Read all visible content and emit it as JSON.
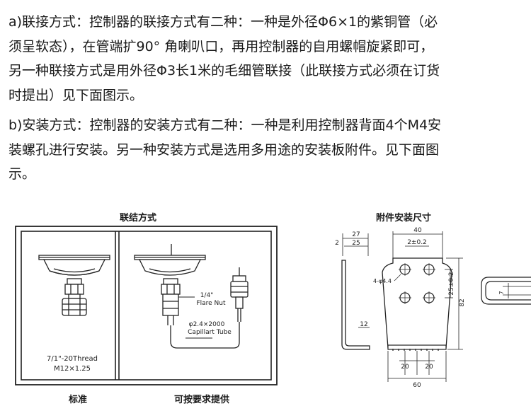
{
  "paragraph_a": {
    "lines": [
      "a)联接方式：控制器的联接方式有二种：一种是外径Φ6×1的紫铜管（必",
      "须呈软态），在管端扩90°  角喇叭口，再用控制器的自用螺帽旋紧即可，",
      "另一种联接方式是用外径Φ3长1米的毛细管联接（此联接方式必须在订货",
      "时提出）见下面图示。"
    ]
  },
  "paragraph_b": {
    "lines": [
      "b)安装方式：控制器的安装方式有二种：一种是利用控制器背面4个M4安",
      "装螺孔进行安装。另一种安装方式是选用多用途的安装板附件。见下面图",
      "示。"
    ]
  },
  "figure_connection": {
    "title": "联结方式",
    "thread_label_1": "7/1\"-20Thread",
    "thread_label_2": "M12×1.25",
    "flare_label_1": "1/4\"",
    "flare_label_2": "Flare Nut",
    "capillary_label_1": "φ2.4×2000",
    "capillary_label_2": "Capillart Tube",
    "caption_left": "标准",
    "caption_right": "可按要求提供"
  },
  "figure_bracket": {
    "title": "附件安装尺寸",
    "dim_27": "27",
    "dim_25": "25",
    "dim_2": "2",
    "dim_12": "12",
    "dim_40": "40",
    "dim_2pm": "2±0.2",
    "dim_holes": "4-φ4.4",
    "dim_25pm": "25±0.2",
    "dim_82": "82",
    "dim_20a": "20",
    "dim_20b": "20",
    "dim_60": "60",
    "dim_7": "7"
  }
}
